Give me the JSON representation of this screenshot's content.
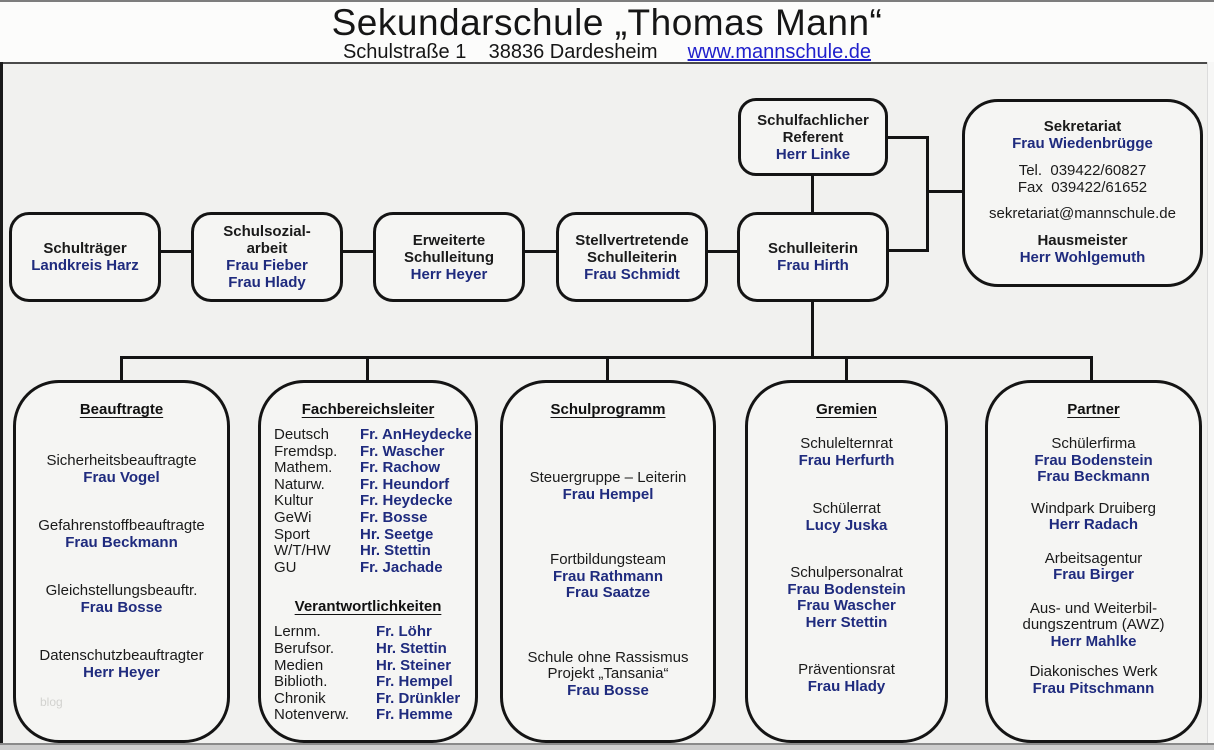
{
  "header": {
    "title": "Sekundarschule „Thomas Mann“",
    "address": "Schulstraße 1    38836 Dardesheim",
    "website": "www.mannschule.de"
  },
  "colors": {
    "accent_navy": "#1f2b7e",
    "link_blue": "#2020cc",
    "line_black": "#141414",
    "background": "#f1f1ef"
  },
  "referent": {
    "title": "Schulfachlicher\nReferent",
    "name": "Herr Linke"
  },
  "sekretariat": {
    "title": "Sekretariat",
    "name": "Frau Wiedenbrügge",
    "tel": "Tel.  039422/60827",
    "fax": "Fax  039422/61652",
    "email": "sekretariat@mannschule.de",
    "hausmeister_title": "Hausmeister",
    "hausmeister_name": "Herr Wohlgemuth"
  },
  "chain": [
    {
      "title": "Schulträger",
      "names": [
        "Landkreis Harz"
      ]
    },
    {
      "title": "Schulsozial-\narbeit",
      "names": [
        "Frau Fieber",
        "Frau Hlady"
      ]
    },
    {
      "title": "Erweiterte\nSchulleitung",
      "names": [
        "Herr Heyer"
      ]
    },
    {
      "title": "Stellvertretende\nSchulleiterin",
      "names": [
        "Frau Schmidt"
      ]
    },
    {
      "title": "Schulleiterin",
      "names": [
        "Frau Hirth"
      ]
    }
  ],
  "beauftragte": {
    "heading": "Beauftragte",
    "items": [
      {
        "role": "Sicherheitsbeauftragte",
        "names": [
          "Frau Vogel"
        ]
      },
      {
        "role": "Gefahrenstoffbeauftragte",
        "names": [
          "Frau Beckmann"
        ]
      },
      {
        "role": "Gleichstellungsbeauftr.",
        "names": [
          "Frau Bosse"
        ]
      },
      {
        "role": "Datenschutzbeauftragter",
        "names": [
          "Herr Heyer"
        ]
      }
    ]
  },
  "fachbereichsleiter": {
    "heading": "Fachbereichsleiter",
    "rows": [
      {
        "label": "Deutsch",
        "name": "Fr. AnHeydecke"
      },
      {
        "label": "Fremdsp.",
        "name": "Fr. Wascher"
      },
      {
        "label": "Mathem.",
        "name": "Fr. Rachow"
      },
      {
        "label": "Naturw.",
        "name": "Fr. Heundorf"
      },
      {
        "label": "Kultur",
        "name": "Fr. Heydecke"
      },
      {
        "label": "GeWi",
        "name": "Fr. Bosse"
      },
      {
        "label": "Sport",
        "name": "Hr. Seetge"
      },
      {
        "label": "W/T/HW",
        "name": "Hr. Stettin"
      },
      {
        "label": "GU",
        "name": "Fr. Jachade"
      }
    ],
    "heading2": "Verantwortlichkeiten",
    "rows2": [
      {
        "label": "Lernm.",
        "name": "Fr. Löhr"
      },
      {
        "label": "Berufsor.",
        "name": "Hr. Stettin"
      },
      {
        "label": "Medien",
        "name": "Hr. Steiner"
      },
      {
        "label": "Biblioth.",
        "name": "Fr. Hempel"
      },
      {
        "label": "Chronik",
        "name": "Fr. Drünkler"
      },
      {
        "label": "Notenverw.",
        "name": "Fr. Hemme"
      }
    ]
  },
  "schulprogramm": {
    "heading": "Schulprogramm",
    "items": [
      {
        "role": "Steuergruppe – Leiterin",
        "names": [
          "Frau Hempel"
        ]
      },
      {
        "role": "Fortbildungsteam",
        "names": [
          "Frau Rathmann",
          "Frau Saatze"
        ]
      },
      {
        "role": "Schule ohne Rassismus\nProjekt „Tansania“",
        "names": [
          "Frau Bosse"
        ]
      }
    ]
  },
  "gremien": {
    "heading": "Gremien",
    "items": [
      {
        "role": "Schulelternrat",
        "names": [
          "Frau Herfurth"
        ]
      },
      {
        "role": "Schülerrat",
        "names": [
          "Lucy Juska"
        ]
      },
      {
        "role": "Schulpersonalrat",
        "names": [
          "Frau Bodenstein",
          "Frau Wascher",
          "Herr Stettin"
        ]
      },
      {
        "role": "Präventionsrat",
        "names": [
          "Frau Hlady"
        ]
      }
    ]
  },
  "partner": {
    "heading": "Partner",
    "items": [
      {
        "role": "Schülerfirma",
        "names": [
          "Frau Bodenstein",
          "Frau Beckmann"
        ]
      },
      {
        "role": "Windpark Druiberg",
        "names": [
          "Herr Radach"
        ]
      },
      {
        "role": "Arbeitsagentur",
        "names": [
          "Frau Birger"
        ]
      },
      {
        "role": "Aus- und Weiterbil-\ndungszentrum (AWZ)",
        "names": [
          "Herr Mahlke"
        ]
      },
      {
        "role": "Diakonisches Werk",
        "names": [
          "Frau Pitschmann"
        ]
      }
    ]
  },
  "watermark": "blog"
}
